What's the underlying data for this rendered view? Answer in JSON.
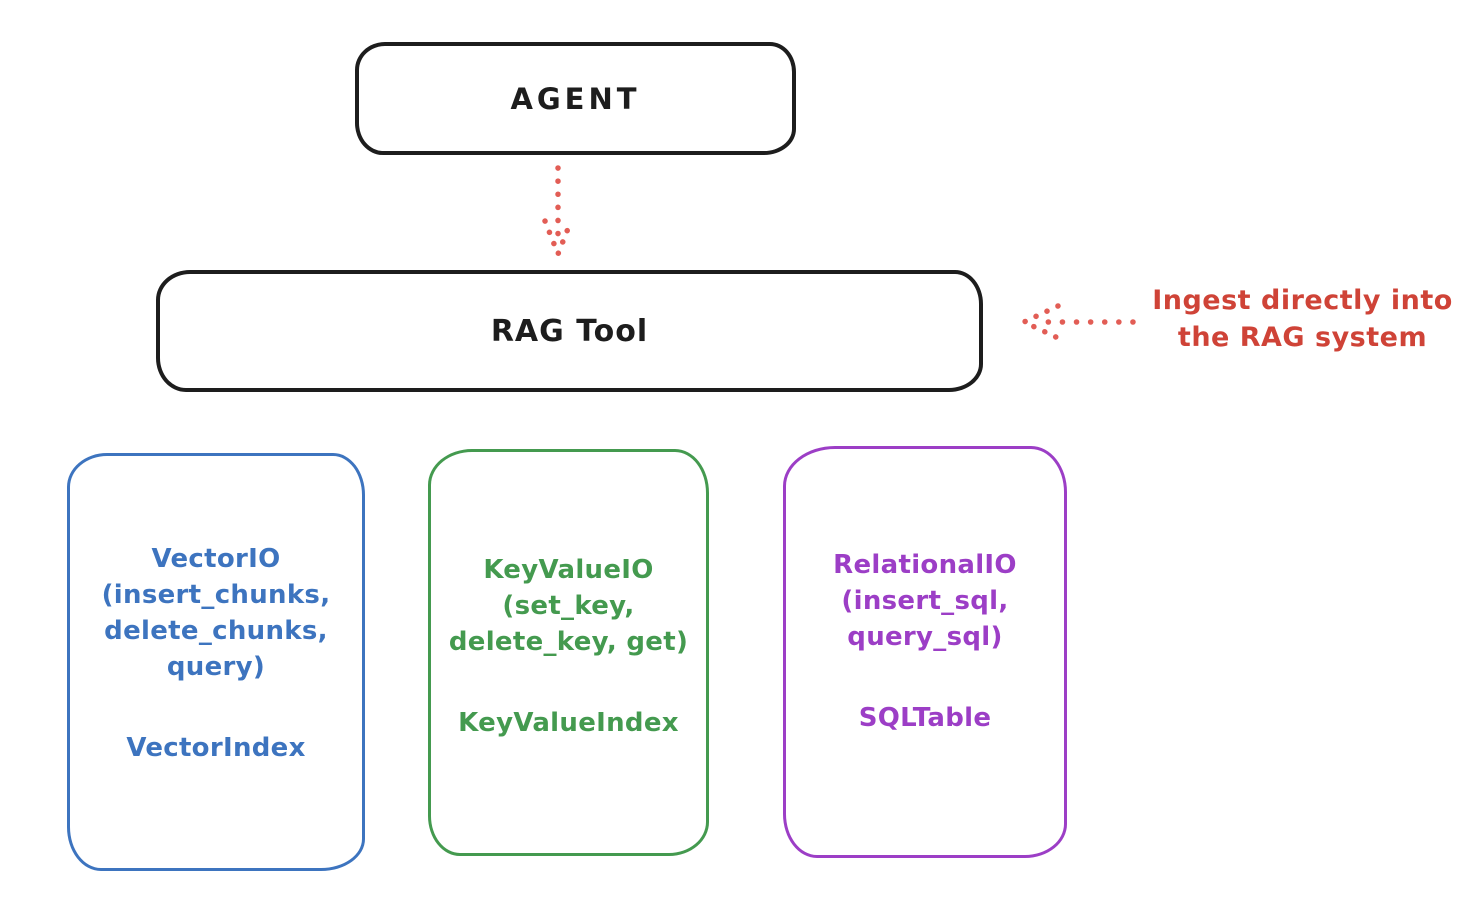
{
  "diagram": {
    "agent_box": {
      "label": "AGENT"
    },
    "rag_tool_box": {
      "label": "RAG Tool"
    },
    "annotation": {
      "line1": "Ingest directly into",
      "line2": "the RAG system",
      "color": "#cf4337"
    },
    "arrows": {
      "color": "#e25d55",
      "agent_to_rag": "dotted-down-arrow",
      "annotation_to_rag": "dotted-left-arrow"
    },
    "io_boxes": [
      {
        "name": "vector-io",
        "color": "#3d74bf",
        "lines": [
          "VectorIO",
          "(insert_chunks,",
          "delete_chunks,",
          "query)"
        ],
        "index_label": "VectorIndex"
      },
      {
        "name": "keyvalue-io",
        "color": "#449a4f",
        "lines": [
          "KeyValueIO",
          "(set_key,",
          "delete_key, get)"
        ],
        "index_label": "KeyValueIndex"
      },
      {
        "name": "relational-io",
        "color": "#9c3ec6",
        "lines": [
          "RelationalIO",
          "(insert_sql,",
          "query_sql)"
        ],
        "index_label": "SQLTable"
      }
    ]
  }
}
